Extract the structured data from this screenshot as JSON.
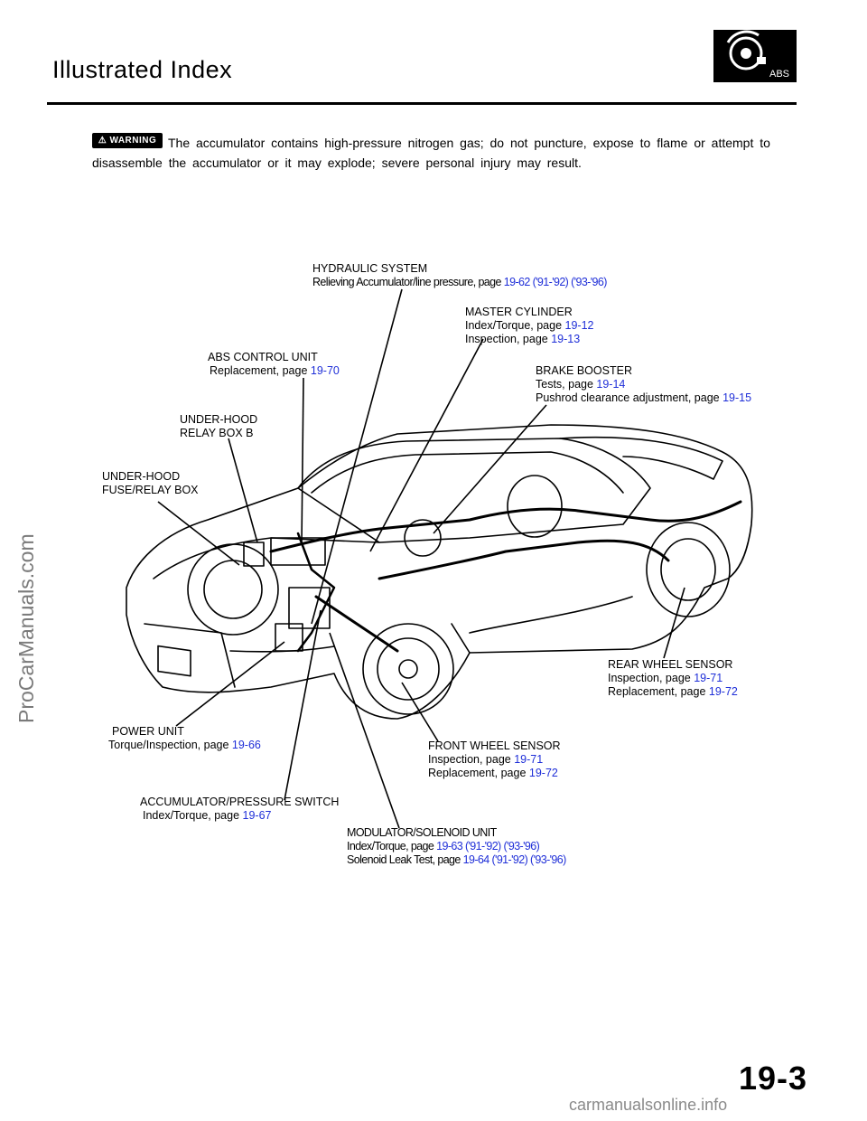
{
  "header": {
    "title": "Illustrated Index",
    "badge_text": "ABS"
  },
  "warning": {
    "badge": "WARNING",
    "text": "The accumulator contains high-pressure nitrogen gas; do not puncture, expose to flame or attempt to disassemble the accumulator or it may explode; severe personal injury may result."
  },
  "watermark": "ProCarManuals.com",
  "labels": {
    "hydraulic": {
      "title": "HYDRAULIC SYSTEM",
      "line1_text": "Relieving Accumulator/line pressure, page ",
      "line1_link": "19-62 ('91-'92) ('93-'96)"
    },
    "master": {
      "title": "MASTER CYLINDER",
      "line1_text": "Index/Torque, page ",
      "line1_link": "19-12",
      "line2_text": "Inspection, page ",
      "line2_link": "19-13"
    },
    "abs_control": {
      "title": "ABS CONTROL UNIT",
      "line1_text": "Replacement, page ",
      "line1_link": "19-70"
    },
    "booster": {
      "title": "BRAKE BOOSTER",
      "line1_text": "Tests, page ",
      "line1_link": "19-14",
      "line2_text": "Pushrod clearance adjustment, page ",
      "line2_link": "19-15"
    },
    "relay_b": {
      "title": "UNDER-HOOD",
      "title2": "RELAY BOX B"
    },
    "fuse_box": {
      "title": "UNDER-HOOD",
      "title2": "FUSE/RELAY BOX"
    },
    "rear_sensor": {
      "title": "REAR WHEEL SENSOR",
      "line1_text": "Inspection, page ",
      "line1_link": "19-71",
      "line2_text": "Replacement, page ",
      "line2_link": "19-72"
    },
    "power_unit": {
      "title": "POWER UNIT",
      "line1_text": "Torque/Inspection, page ",
      "line1_link": "19-66"
    },
    "front_sensor": {
      "title": "FRONT WHEEL SENSOR",
      "line1_text": "Inspection, page ",
      "line1_link": "19-71",
      "line2_text": "Replacement, page ",
      "line2_link": "19-72"
    },
    "accumulator": {
      "title": "ACCUMULATOR/PRESSURE SWITCH",
      "line1_text": "Index/Torque, page ",
      "line1_link": "19-67"
    },
    "modulator": {
      "title": "MODULATOR/SOLENOID UNIT",
      "line1_text": "Index/Torque, page ",
      "line1_link": "19-63 ('91-'92) ('93-'96)",
      "line2_text": "Solenoid Leak Test, page ",
      "line2_link": "19-64 ('91-'92) ('93-'96)"
    }
  },
  "page_number": "19-3",
  "footer": "carmanualsonline.info",
  "colors": {
    "link": "#1f2fd8",
    "text": "#000000",
    "watermark": "#7a7a7a"
  }
}
